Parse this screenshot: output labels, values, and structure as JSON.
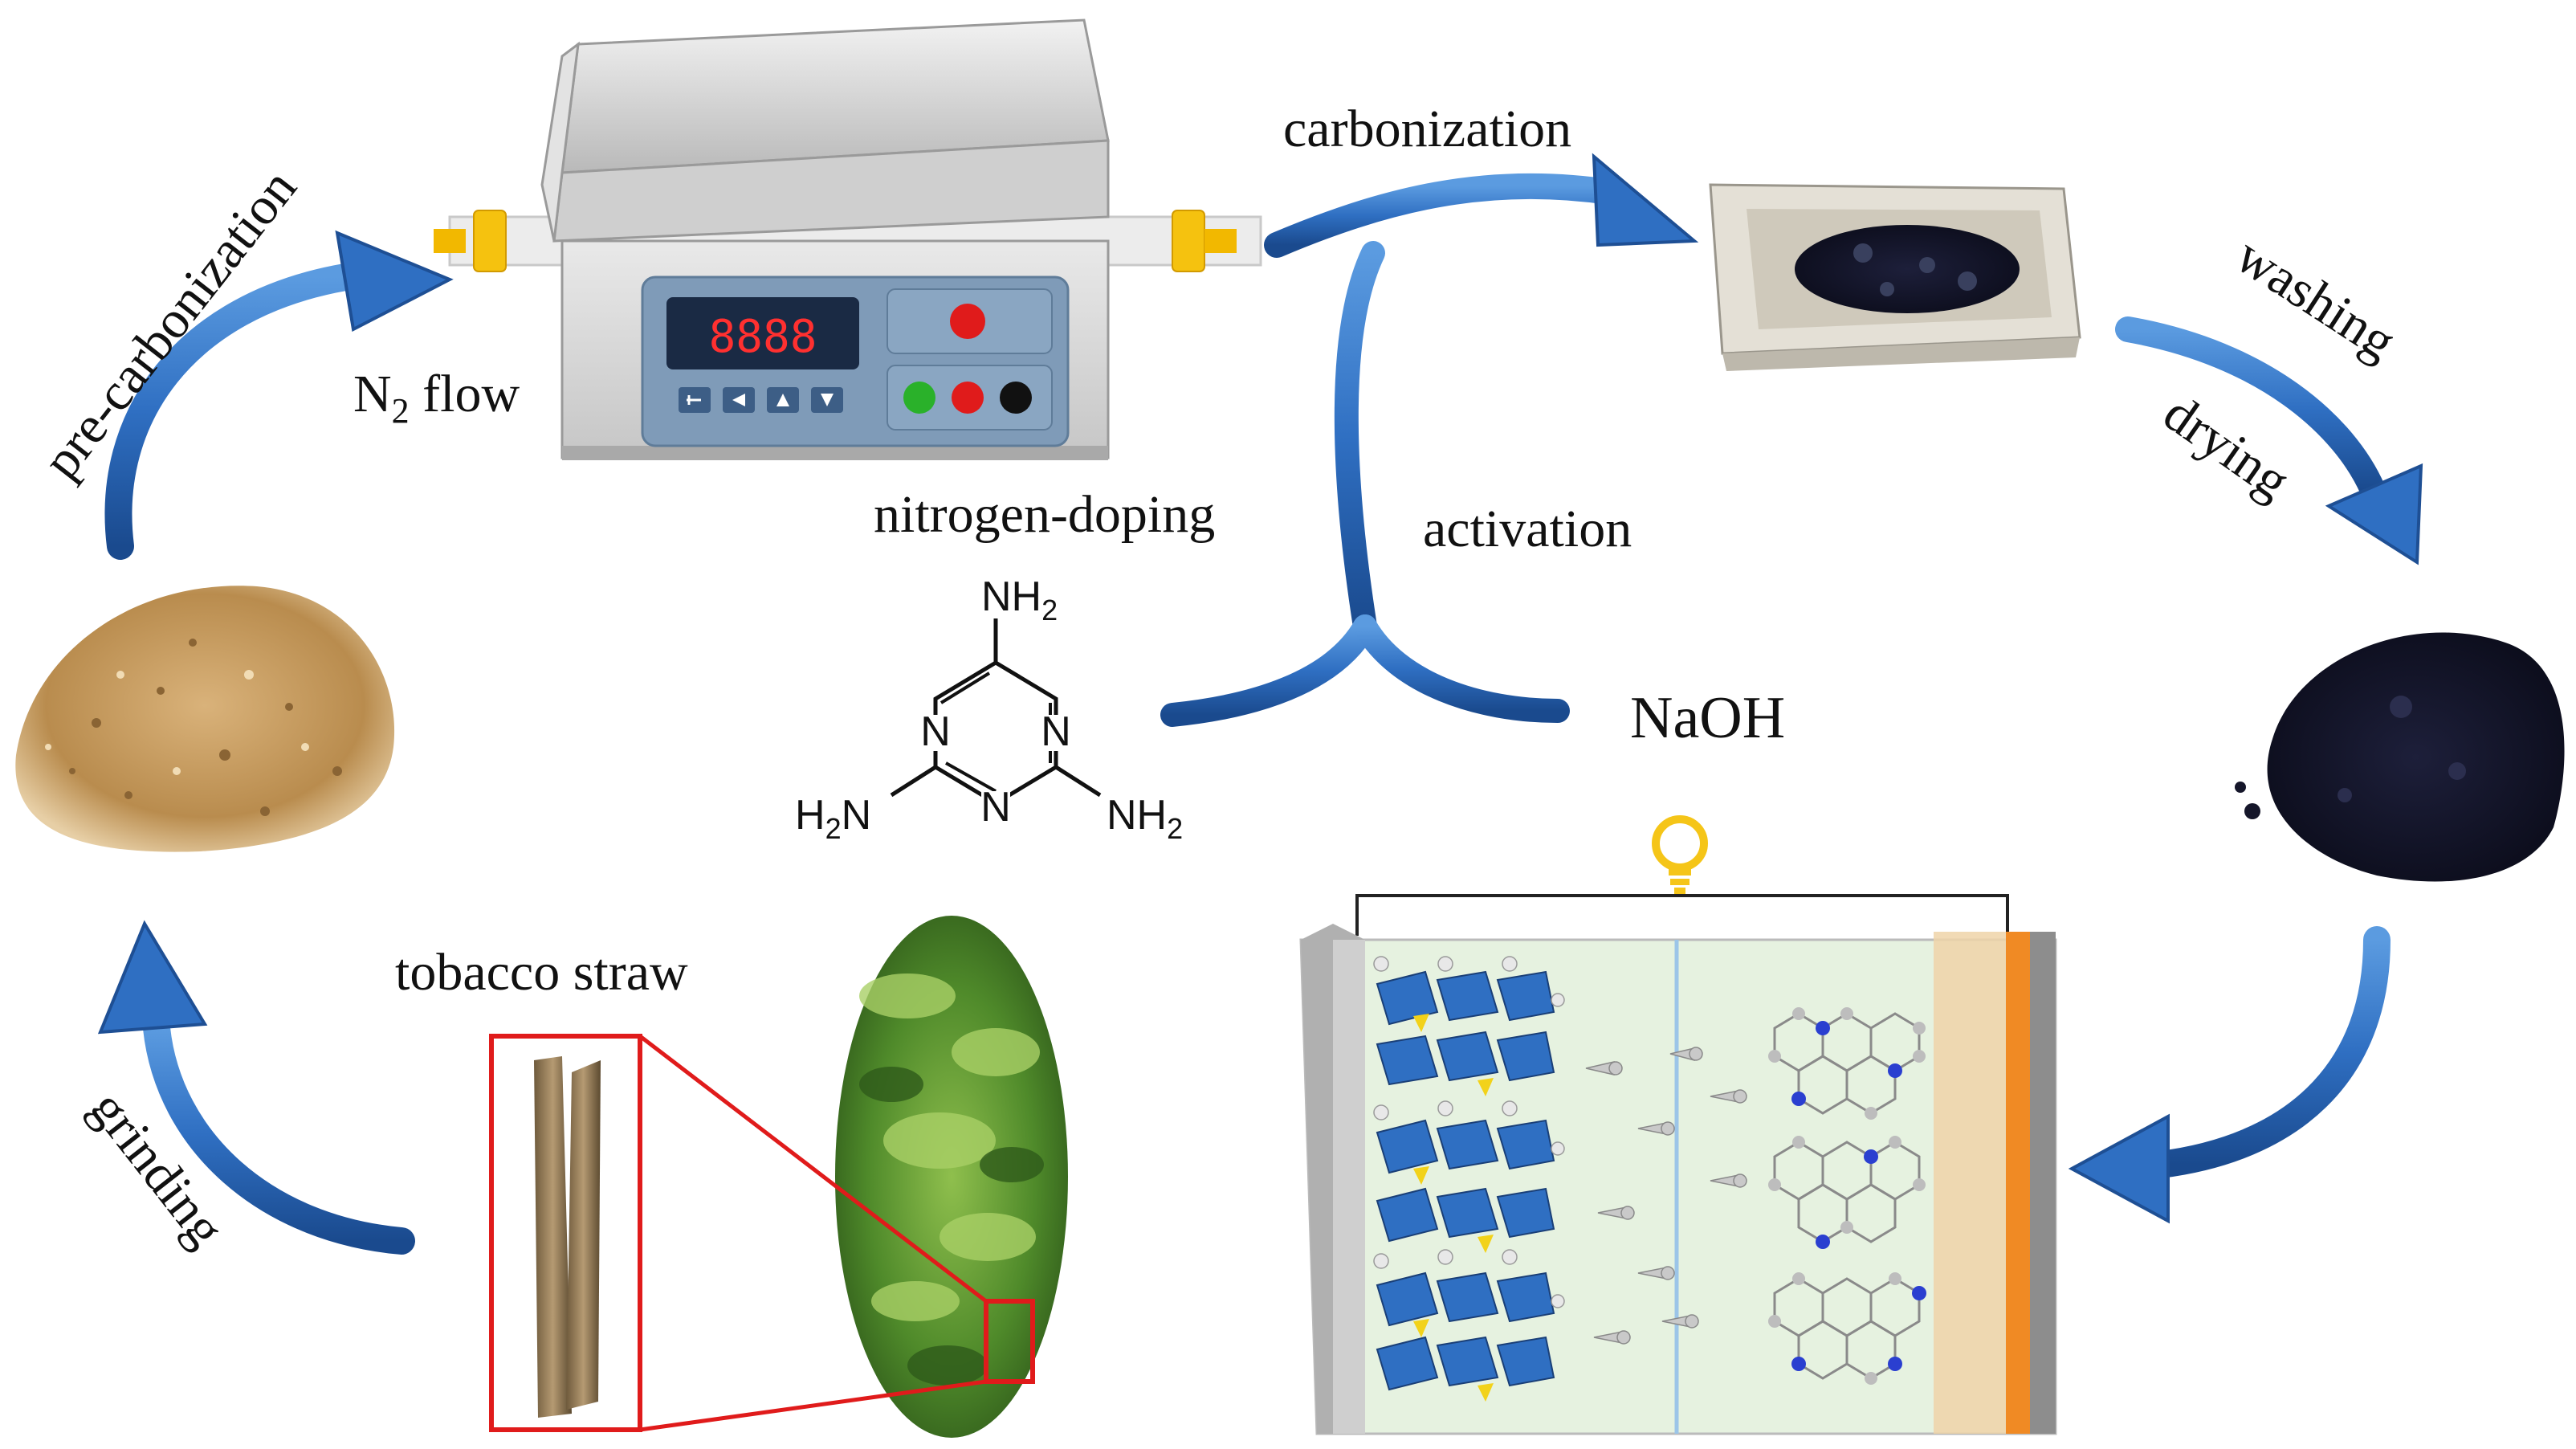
{
  "labels": {
    "pre_carbonization": "pre-carbonization",
    "n2_flow": "N",
    "n2_flow_subscript": "2",
    "n2_flow_suffix": " flow",
    "carbonization": "carbonization",
    "washing": "washing",
    "drying": "drying",
    "nitrogen_doping": "nitrogen-doping",
    "activation": "activation",
    "naoh": "NaOH",
    "tobacco_straw": "tobacco straw",
    "grinding": "grinding"
  },
  "furnace": {
    "display": "8888"
  },
  "melamine": {
    "top_group": "NH",
    "top_sub": "2",
    "left_group": "H",
    "left_sub": "2",
    "left_group_tail": "N",
    "right_group": "NH",
    "right_sub": "2",
    "ring_n1": "N",
    "ring_n2": "N",
    "ring_n3": "N"
  },
  "colors": {
    "arrow_blue": "#2f6fc2",
    "arrow_dark": "#1e4f94",
    "highlight_red": "#e01b1b",
    "electrode_orange": "#f08a24",
    "bulb_yellow": "#f5c518"
  }
}
